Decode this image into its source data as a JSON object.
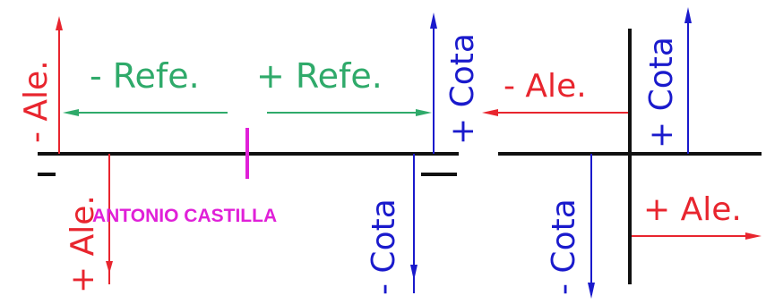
{
  "labels": {
    "neg_ale_left": "- Ale.",
    "pos_ale_left": "+ Ale.",
    "neg_refe": "- Refe.",
    "pos_refe": "+ Refe.",
    "pos_cota_left": "+ Cota",
    "neg_cota_left": "- Cota",
    "neg_ale_right": "- Ale.",
    "pos_cota_right": "+ Cota",
    "neg_cota_right": "- Cota",
    "pos_ale_right": "+ Ale.",
    "author": "ANTONIO CASTILLA"
  },
  "colors": {
    "ale": "#e8252e",
    "refe": "#2faa6a",
    "cota": "#1a1acc",
    "axis": "#111111",
    "author": "#e020d8"
  }
}
